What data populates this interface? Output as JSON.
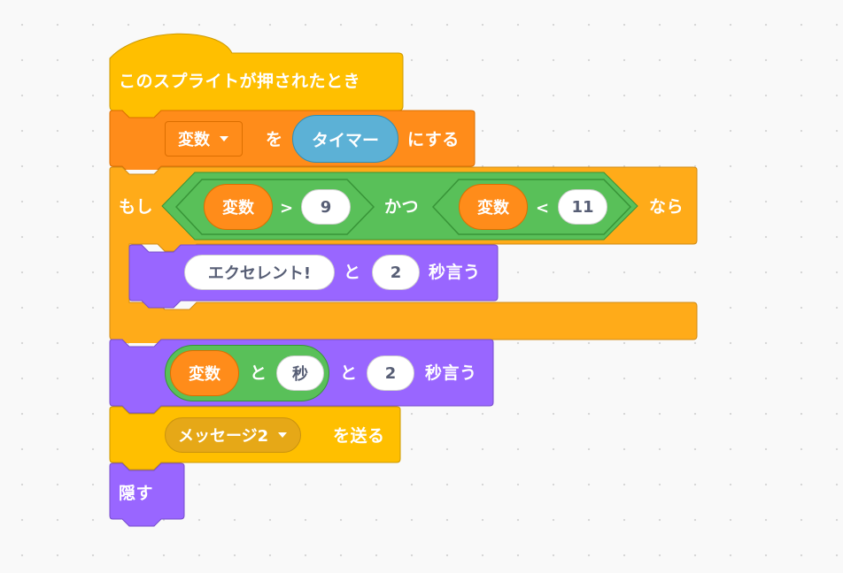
{
  "blocks": {
    "hat": {
      "label": "このスプライトが押されたとき"
    },
    "set_var": {
      "dropdown": "変数",
      "text_wo": "を",
      "reporter": "タイマー",
      "text_ni": "にする"
    },
    "if_block": {
      "moshi": "もし",
      "nara": "なら",
      "and_label": "かつ",
      "gt": {
        "left": "変数",
        "op": ">",
        "value": "9"
      },
      "lt": {
        "left": "変数",
        "op": "<",
        "value": "11"
      }
    },
    "say_inner": {
      "message": "エクセレント!",
      "to": "と",
      "seconds": "2",
      "suffix": "秒言う"
    },
    "say_outer": {
      "join_left": "変数",
      "join_mid": "と",
      "join_right": "秒",
      "to": "と",
      "seconds": "2",
      "suffix": "秒言う"
    },
    "broadcast": {
      "dropdown": "メッセージ2",
      "suffix": "を送る"
    },
    "hide": {
      "label": "隠す"
    }
  },
  "colors": {
    "events": "#ffbf00",
    "events_border": "#cc9900",
    "variables": "#ff8c1a",
    "variables_border": "#db6e00",
    "control": "#ffab19",
    "control_border": "#cf8b17",
    "operators": "#59c059",
    "operators_border": "#389438",
    "looks": "#9966ff",
    "looks_border": "#774dcb",
    "sensing": "#5cb1d6",
    "canvas_bg": "#f9f9f9"
  }
}
